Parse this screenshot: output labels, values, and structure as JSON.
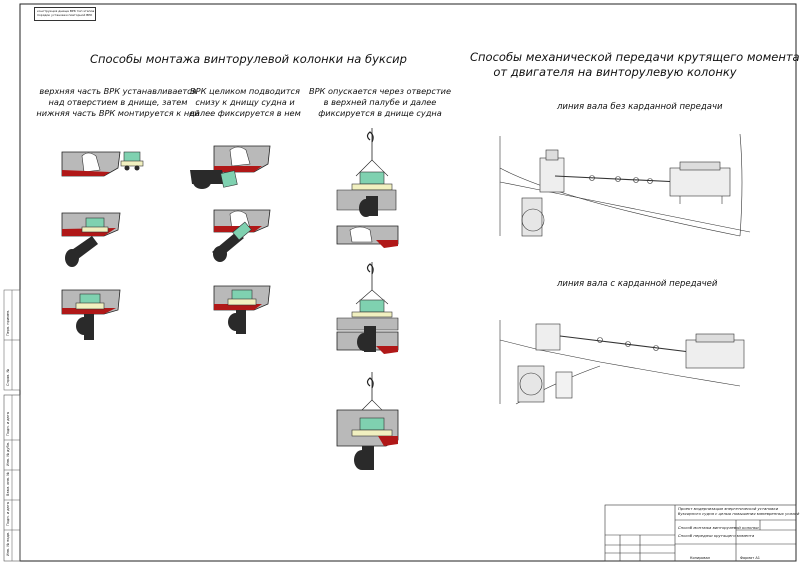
{
  "titles": {
    "left": "Способы монтажа винторулевой колонки на буксир",
    "right_line1": "Способы механической передачи крутящего момента",
    "right_line2": "от двигателя на винторулевую колонку"
  },
  "captions": {
    "col1": [
      "верхняя часть ВРК устанавливается",
      "над отверстием в днище, затем",
      "нижняя часть ВРК монтируется к ней"
    ],
    "col2": [
      "ВРК целиком подводится",
      "снизу к днищу судна и",
      "далее фиксируется в нем"
    ],
    "col3": [
      "ВРК опускается через отверстие",
      "в верхней палубе и далее",
      "фиксируется в днище судна"
    ]
  },
  "subtitles": {
    "shaft_no_cardan": "линия вала без карданной передачи",
    "shaft_cardan": "линия вала с карданной передачей"
  },
  "stamp_top": [
    "конструкция днища ВРК тип этапов",
    "порядок установки повторной ВРК"
  ],
  "title_block": {
    "project_line1": "Проект модернизации энергетической установки",
    "project_line2": "буксирного судна с целью повышения маневренных усилий",
    "sheet_line1": "Способ монтажа винторулевой колонки",
    "sheet_line2": "Способ передачи крутящего момента",
    "copied": "Копировал",
    "format": "Формат А1"
  },
  "side_labels": [
    "Инв. № подл.",
    "Подп. и дата",
    "Взам. инв. №",
    "Инв. № дубл.",
    "Подп. и дата",
    "Справ. №",
    "Перв. примен."
  ],
  "colors": {
    "hull_red": "#b01818",
    "hull_gray": "#b9b9b9",
    "unit_green": "#7fd1b0",
    "unit_yellow": "#f1f0c0",
    "unit_dark": "#2a2a2a"
  }
}
